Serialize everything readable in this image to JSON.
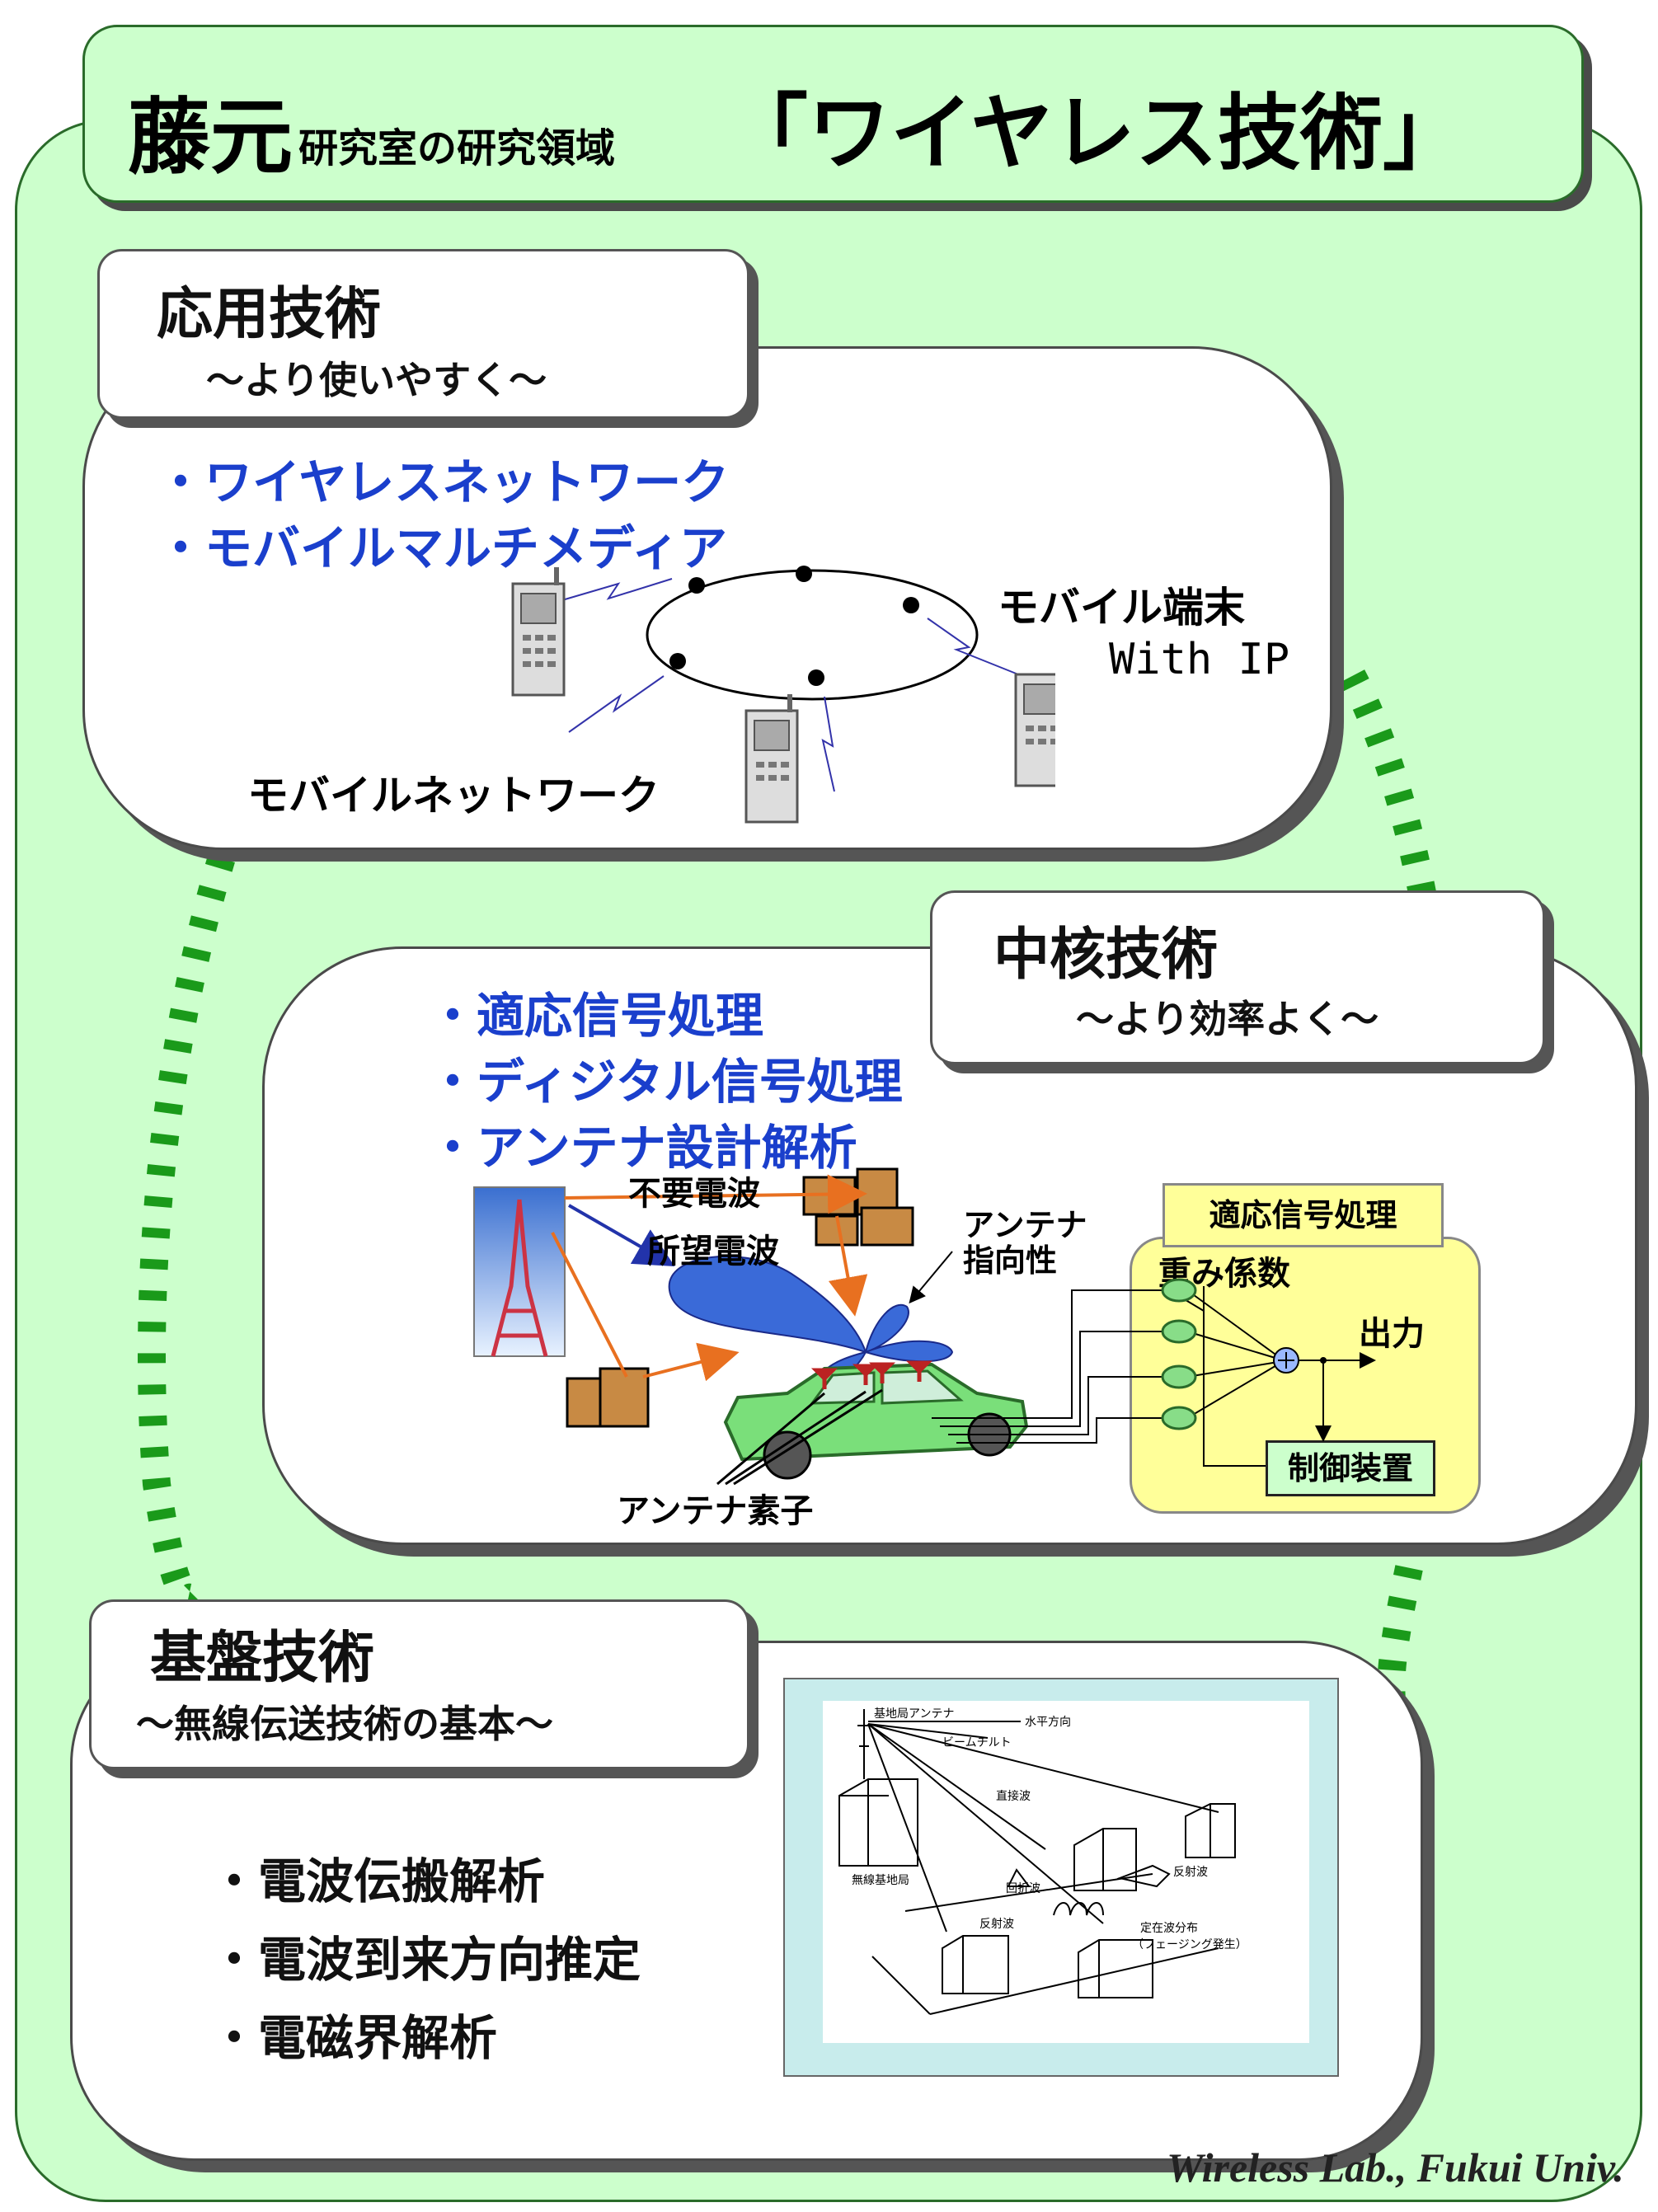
{
  "title": {
    "name": "藤元",
    "lab_label": "研究室の研究領域",
    "theme": "「ワイヤレス技術」"
  },
  "applied": {
    "title": "応用技術",
    "subtitle": "～より使いやすく～",
    "items": [
      "・ワイヤレスネットワーク",
      "・モバイルマルチメディア"
    ],
    "terminal_label": "モバイル端末",
    "with_ip": "With IP",
    "network_label": "モバイルネットワーク"
  },
  "core": {
    "title": "中核技術",
    "subtitle": "～より効率よく～",
    "items": [
      "・適応信号処理",
      "・ディジタル信号処理",
      "・アンテナ設計解析"
    ],
    "unwanted_wave": "不要電波",
    "desired_wave": "所望電波",
    "antenna_directivity_1": "アンテナ",
    "antenna_directivity_2": "指向性",
    "adaptive_label": "適応信号処理",
    "weights": "重み係数",
    "output": "出力",
    "controller": "制御装置",
    "antenna_element": "アンテナ素子"
  },
  "basic": {
    "title": "基盤技術",
    "subtitle": "～無線伝送技術の基本～",
    "items": [
      "・電波伝搬解析",
      "・電波到来方向推定",
      "・電磁界解析"
    ],
    "figure": {
      "bs_antenna": "基地局アンテナ",
      "horizontal": "水平方向",
      "beam_tilt": "ビームチルト",
      "direct_wave": "直接波",
      "diffracted": "回折波",
      "reflected_1": "反射波",
      "reflected_2": "反射波",
      "base_station": "無線基地局",
      "standing_wave": "定在波分布",
      "fading": "（フェージング発生）"
    }
  },
  "footer": "Wireless Lab., Fukui Univ.",
  "colors": {
    "panel_green": "#ccffcc",
    "item_blue": "#1a3fcc",
    "dash_green": "#1a9a1a",
    "dsp_yellow": "#ffff99"
  }
}
